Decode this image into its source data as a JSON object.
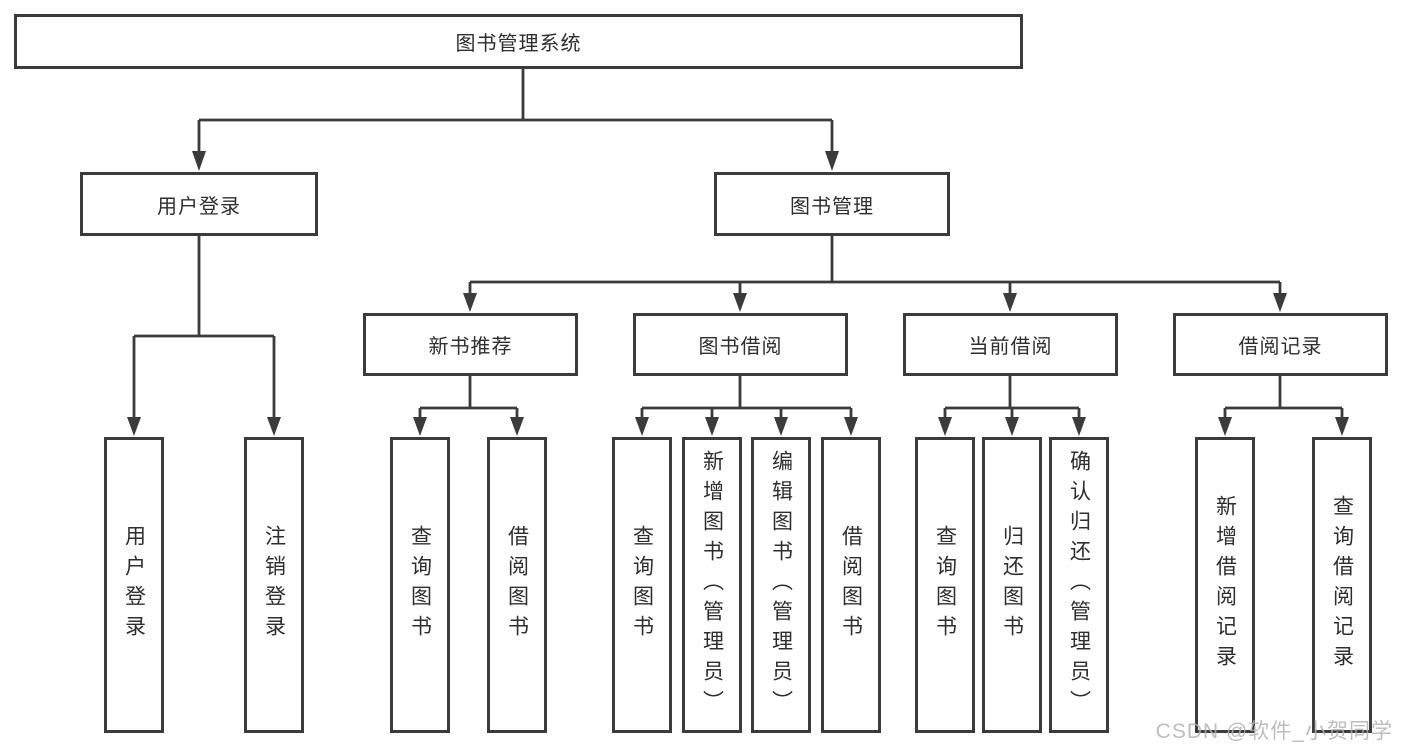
{
  "diagram_type": "hierarchy-tree",
  "watermark": "CSDN @软件_小贺同学",
  "colors": {
    "line": "#3b3b3b",
    "box_border": "#3b3b3b",
    "box_fill": "#ffffff",
    "text": "#2e2e2e",
    "watermark": "#b2b2b2",
    "background": "#ffffff"
  },
  "nodes": {
    "root": "图书管理系统",
    "level2": [
      {
        "label": "用户登录",
        "children": [
          "用户登录",
          "注销登录"
        ]
      },
      {
        "label": "图书管理",
        "children": [
          "新书推荐",
          "图书借阅",
          "当前借阅",
          "借阅记录"
        ]
      }
    ],
    "level3": [
      {
        "label": "新书推荐",
        "children": [
          "查询图书",
          "借阅图书"
        ]
      },
      {
        "label": "图书借阅",
        "children": [
          "查询图书",
          "新增图书（管理员）",
          "编辑图书（管理员）",
          "借阅图书"
        ]
      },
      {
        "label": "当前借阅",
        "children": [
          "查询图书",
          "归还图书",
          "确认归还（管理员）"
        ]
      },
      {
        "label": "借阅记录",
        "children": [
          "新增借阅记录",
          "查询借阅记录"
        ]
      }
    ]
  }
}
